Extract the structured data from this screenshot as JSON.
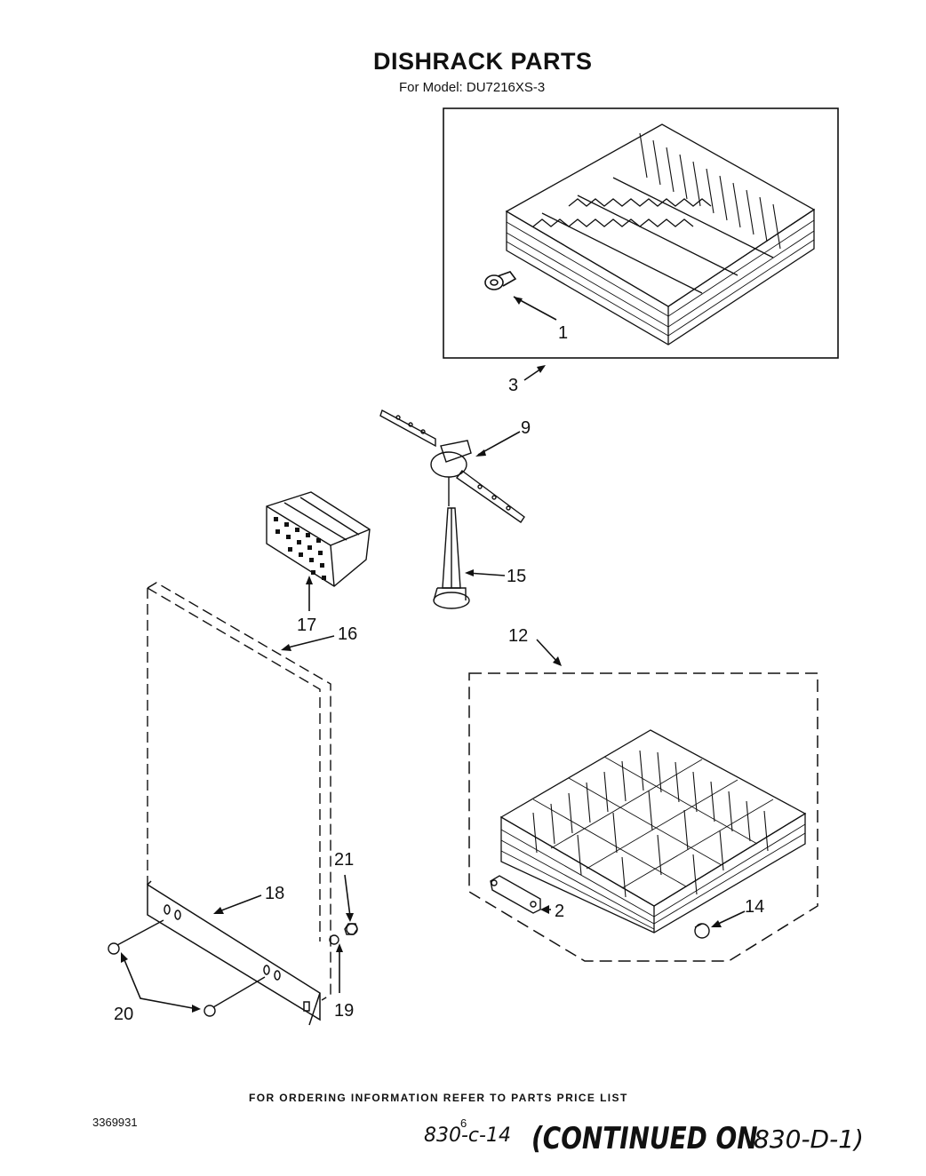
{
  "header": {
    "title": "DISHRACK PARTS",
    "model": "For Model: DU7216XS-3"
  },
  "callouts": {
    "c1": "1",
    "c2": "2",
    "c3": "3",
    "c9": "9",
    "c12": "12",
    "c14": "14",
    "c15": "15",
    "c16": "16",
    "c17": "17",
    "c18": "18",
    "c19": "19",
    "c20": "20",
    "c21": "21"
  },
  "footer": {
    "ordering_info": "FOR ORDERING INFORMATION REFER TO PARTS PRICE LIST",
    "doc_number": "3369931",
    "page_number": "6",
    "hand_note": "830-c-14",
    "continued": "(CONTINUED ON",
    "continued_ref": "830-D-1)"
  }
}
